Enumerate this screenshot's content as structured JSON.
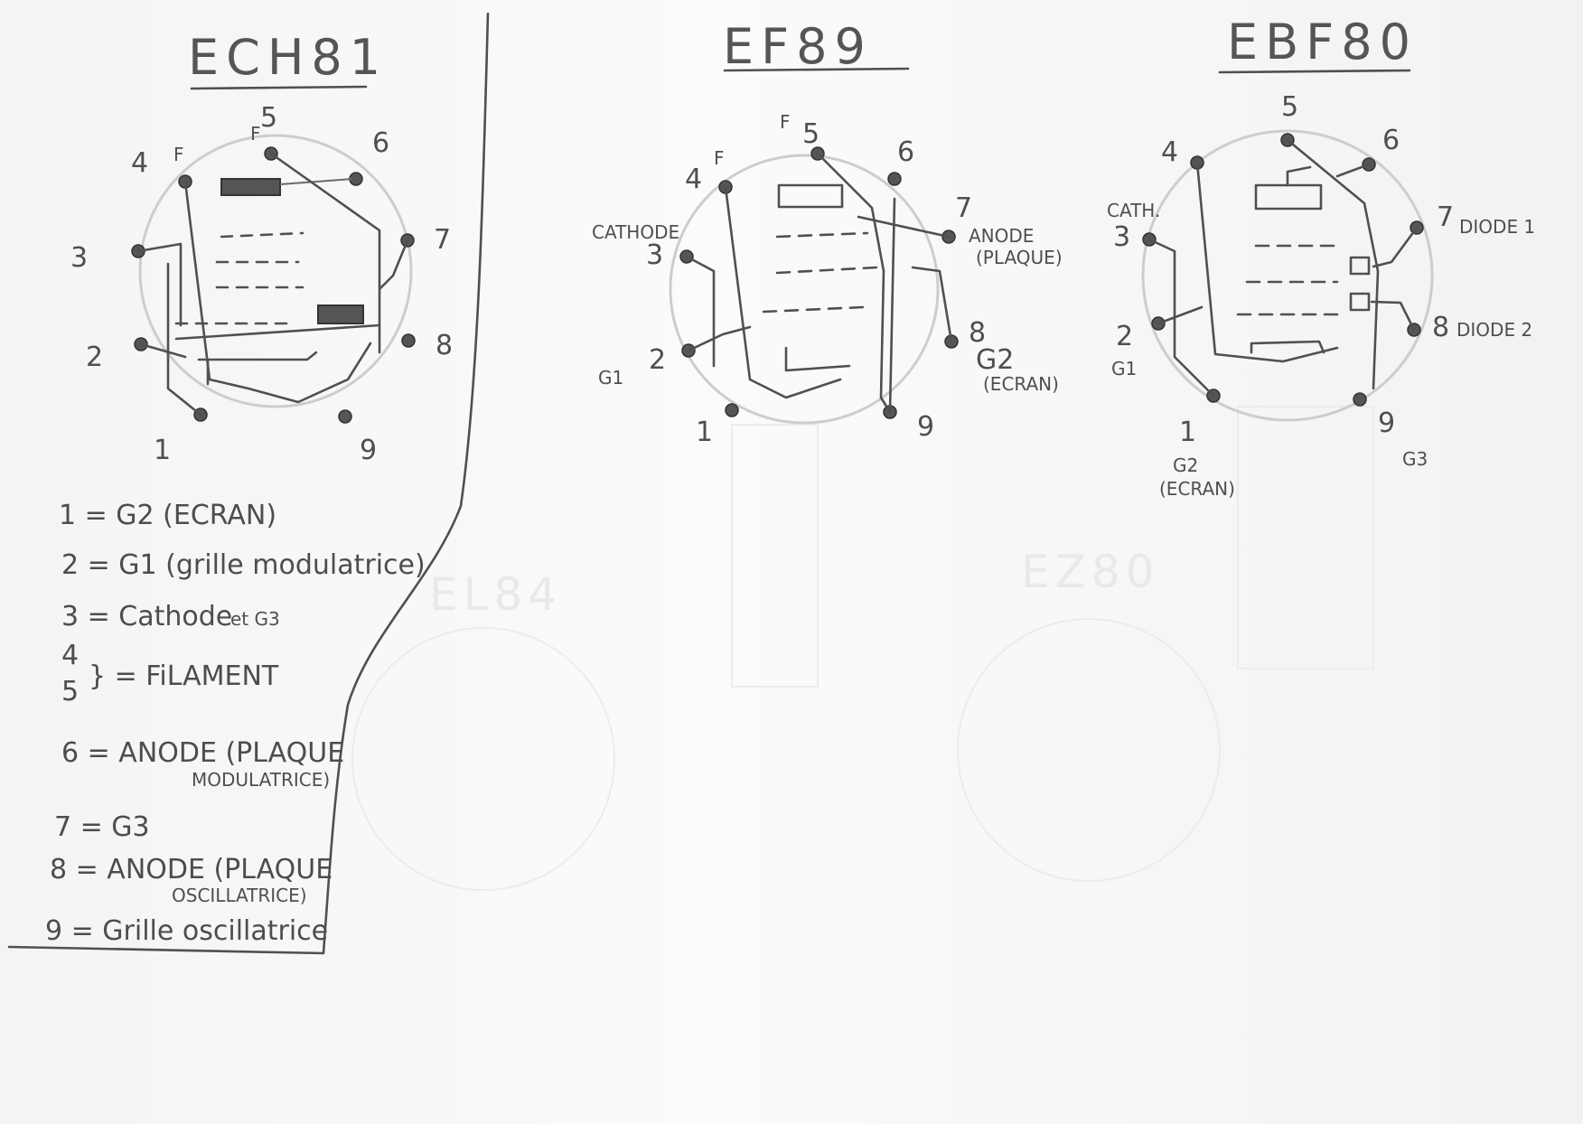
{
  "ech81": {
    "title": "ECH81",
    "pins": [
      "1",
      "2",
      "3",
      "4",
      "5",
      "6",
      "7",
      "8",
      "9"
    ],
    "f4": "F",
    "f5": "F",
    "legend": {
      "l1": "1 = G2 (ECRAN)",
      "l2": "2 = G1 (grille modulatrice)",
      "l3": "3 = Cathode",
      "l3b": "et G3",
      "l45a": "4",
      "l45b": "5",
      "l45c": "} = FiLAMENT",
      "l6a": "6 = ANODE (PLAQUE",
      "l6b": "MODULATRICE)",
      "l7": "7 = G3",
      "l8a": "8 = ANODE (PLAQUE",
      "l8b": "OSCILLATRICE)",
      "l9": "9 = Grille oscillatrice"
    }
  },
  "ef89": {
    "title": "EF89",
    "pins": [
      "1",
      "2",
      "3",
      "4",
      "5",
      "6",
      "7",
      "8",
      "9"
    ],
    "f4": "F",
    "f5": "F",
    "cathode": "CATHODE",
    "g1": "G1",
    "anode": "ANODE",
    "plaque": "(PLAQUE)",
    "g2": "G2",
    "ecran": "(ECRAN)"
  },
  "ebf80": {
    "title": "EBF80",
    "pins": [
      "1",
      "2",
      "3",
      "4",
      "5",
      "6",
      "7",
      "8",
      "9"
    ],
    "cath": "CATH.",
    "g1": "G1",
    "diode7": "DIODE 1",
    "diode8": "DIODE 2",
    "g2": "G2",
    "ecran": "(ECRAN)",
    "g3": "G3"
  },
  "ghost": {
    "el84": "EL84",
    "ez80": "EZ80"
  }
}
